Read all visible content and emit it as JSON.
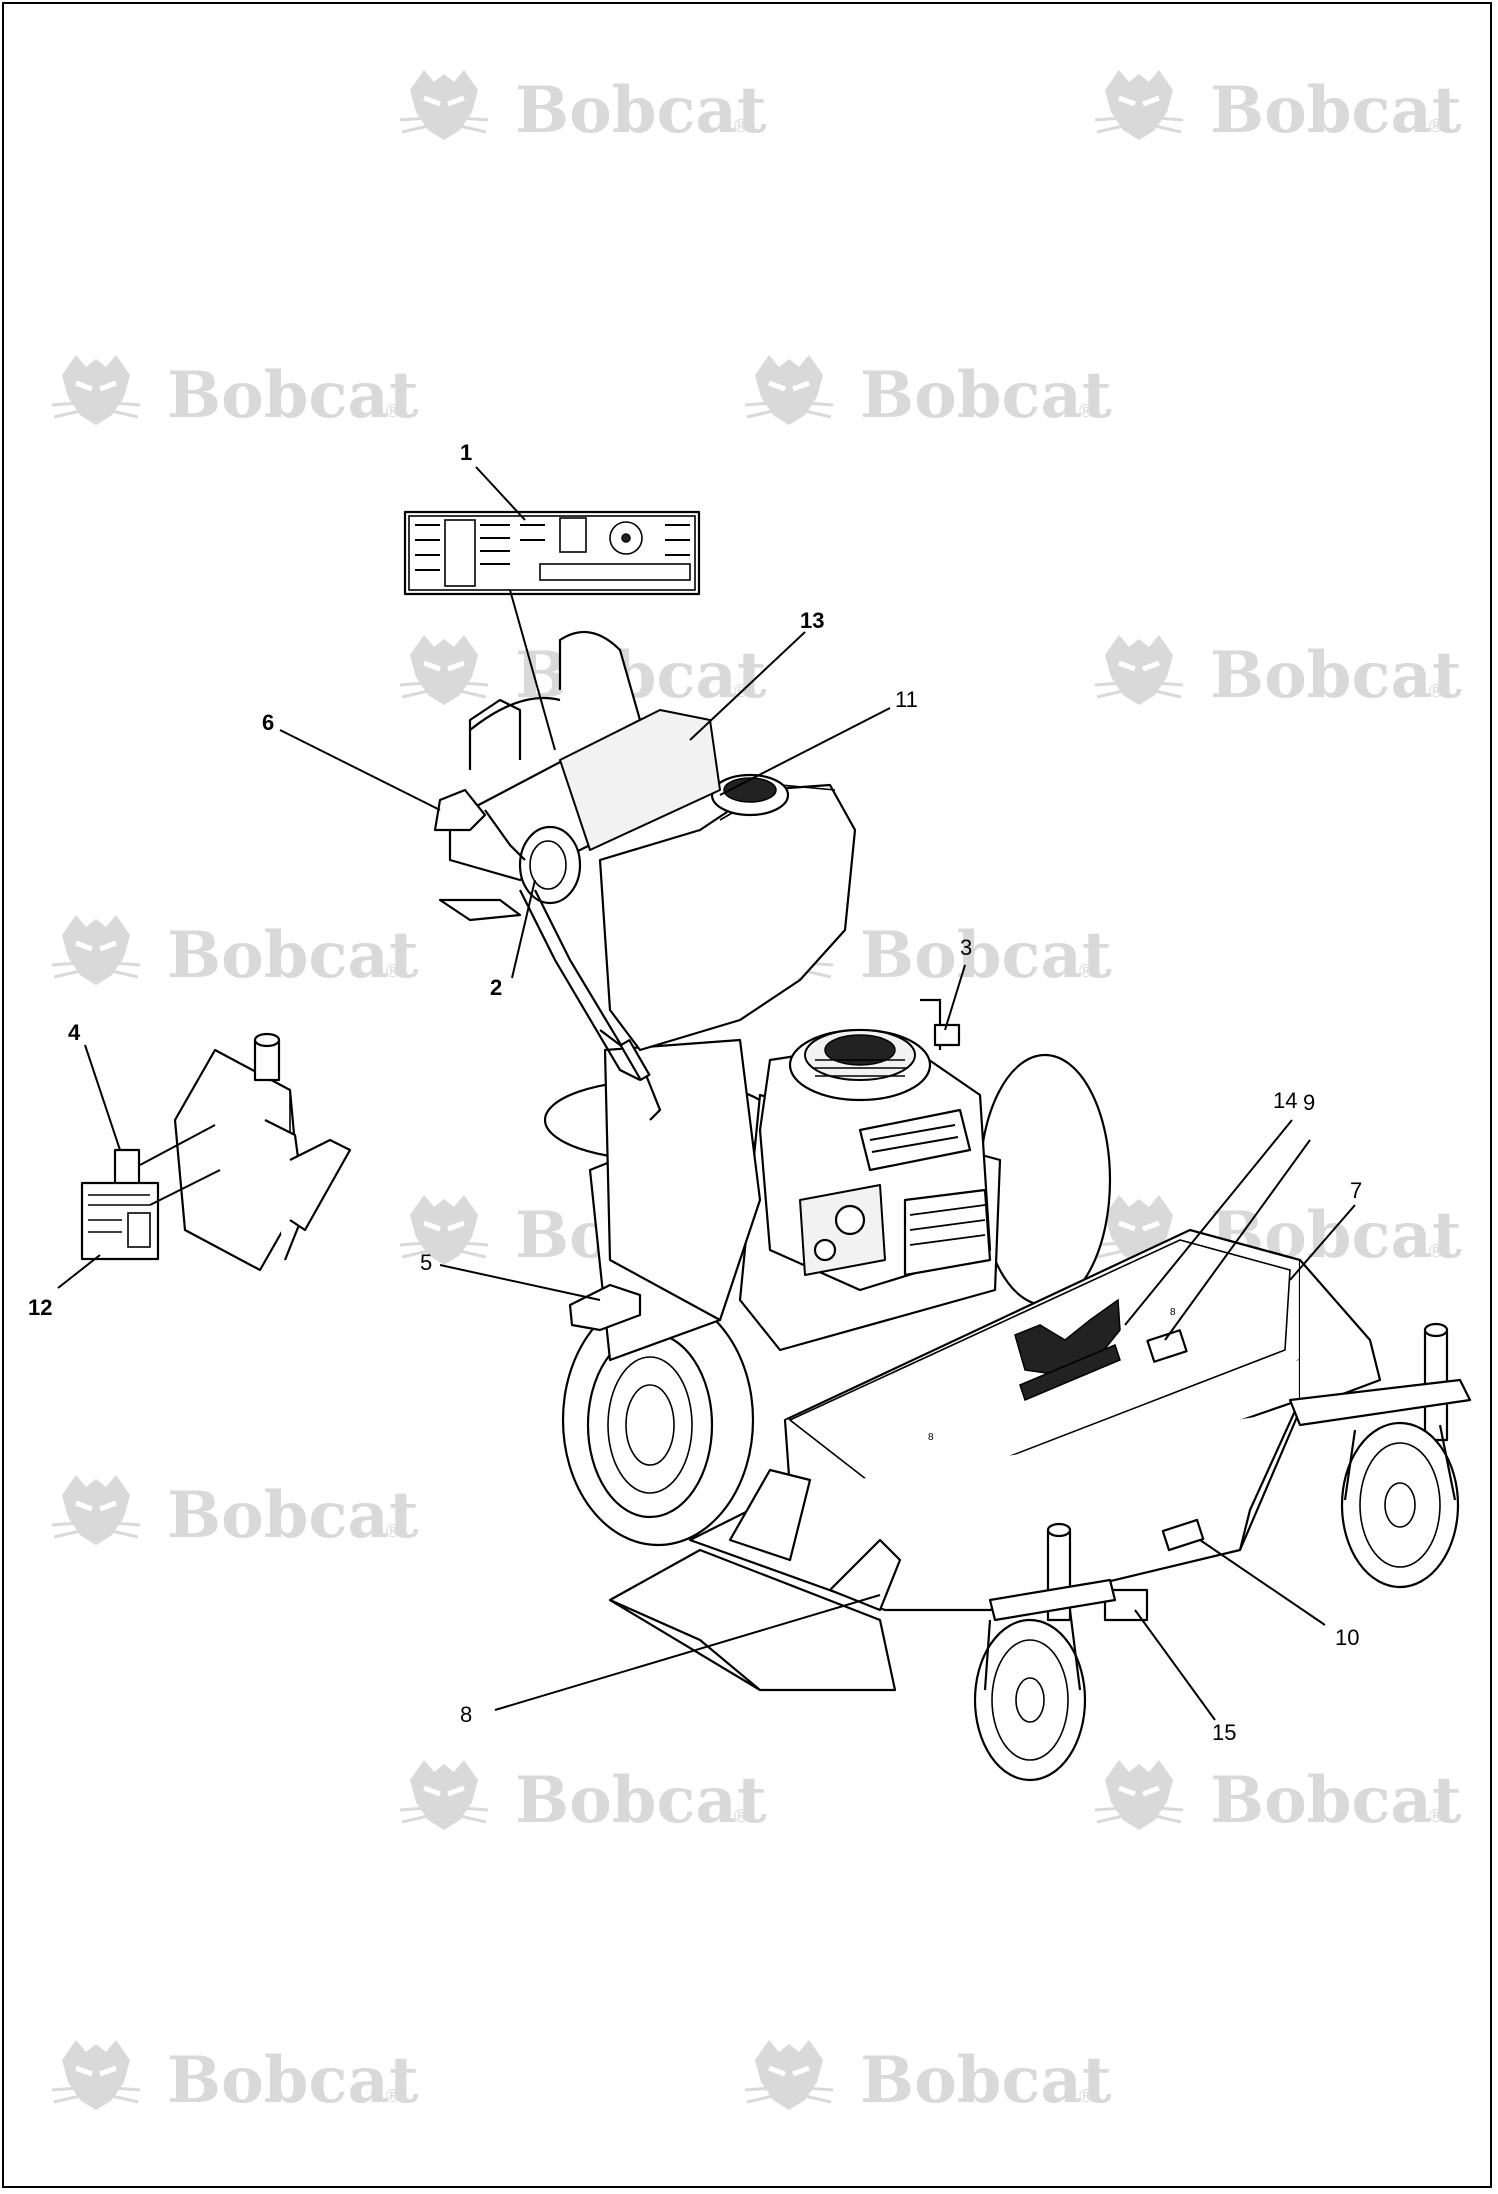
{
  "watermark": {
    "text": "Bobcat",
    "mark": "®",
    "logo": "bobcat-head-logo"
  },
  "callouts": [
    {
      "id": "1",
      "label": "1"
    },
    {
      "id": "2",
      "label": "2"
    },
    {
      "id": "3",
      "label": "3"
    },
    {
      "id": "4",
      "label": "4"
    },
    {
      "id": "5",
      "label": "5"
    },
    {
      "id": "6",
      "label": "6"
    },
    {
      "id": "7",
      "label": "7"
    },
    {
      "id": "8",
      "label": "8"
    },
    {
      "id": "9",
      "label": "9"
    },
    {
      "id": "10",
      "label": "10"
    },
    {
      "id": "11",
      "label": "11"
    },
    {
      "id": "12",
      "label": "12"
    },
    {
      "id": "13",
      "label": "13"
    },
    {
      "id": "14",
      "label": "14"
    },
    {
      "id": "15",
      "label": "15"
    }
  ],
  "colors": {
    "line": "#000000",
    "watermark": "#d9d9d9",
    "background": "#ffffff"
  }
}
